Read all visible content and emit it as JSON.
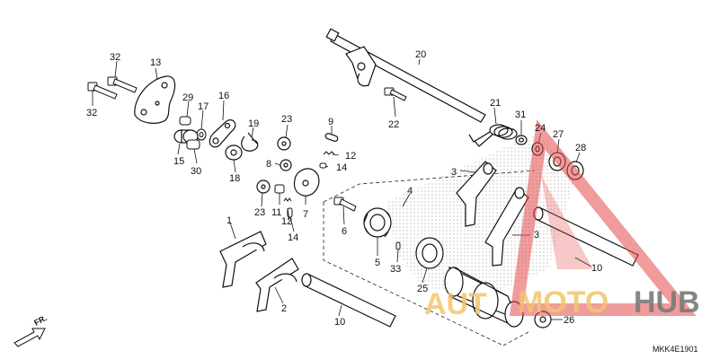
{
  "diagram_code": "MKK4E1901",
  "front_indicator": "FR.",
  "watermark": {
    "left": "AUT",
    "mid": "MOTO",
    "right": "HUB",
    "colors": {
      "triangle": "#e44a4a",
      "gold": "#f2c66d",
      "gray": "#7a7a7a"
    }
  },
  "callouts": {
    "p1": "1",
    "p2": "2",
    "p3a": "3",
    "p3b": "3",
    "p4": "4",
    "p5": "5",
    "p6": "6",
    "p7": "7",
    "p8": "8",
    "p9": "9",
    "p10a": "10",
    "p10b": "10",
    "p11": "11",
    "p12a": "12",
    "p12b": "12",
    "p13": "13",
    "p14a": "14",
    "p14b": "14",
    "p15": "15",
    "p16": "16",
    "p17": "17",
    "p18": "18",
    "p19": "19",
    "p20": "20",
    "p21": "21",
    "p22": "22",
    "p23a": "23",
    "p23b": "23",
    "p24": "24",
    "p25": "25",
    "p26": "26",
    "p27": "27",
    "p28": "28",
    "p29": "29",
    "p30": "30",
    "p31": "31",
    "p32a": "32",
    "p32b": "32",
    "p33": "33"
  }
}
